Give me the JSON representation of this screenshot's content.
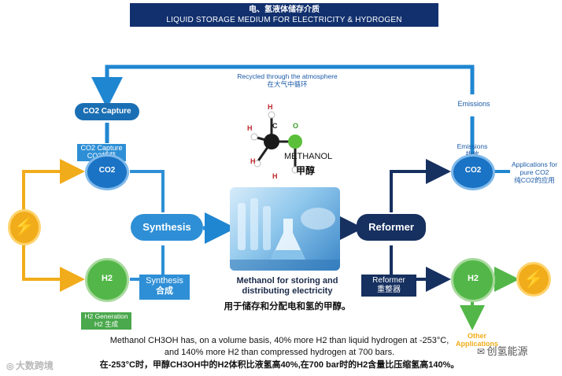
{
  "header": {
    "title_zh": "电、氢液体储存介质",
    "title_en": "LIQUID STORAGE MEDIUM FOR ELECTRICITY & HYDROGEN"
  },
  "cycle": {
    "recycled_en": "Recycled through the atmosphere",
    "recycled_zh": "在大气中循环",
    "emissions_top": "Emissions"
  },
  "nodes": {
    "co2_capture_pill": "CO2 Capture",
    "co2_capture_label_en": "CO2 Capture",
    "co2_capture_label_zh": "CO2捕获",
    "co2_icon_text": "CO2",
    "h2_icon_text": "H2",
    "h2_gen_en": "H2 Generation",
    "h2_gen_zh": "H2 生成",
    "synthesis": "Synthesis",
    "synthesis_label_en": "Synthesis",
    "synthesis_label_zh": "合成",
    "reformer": "Reformer",
    "reformer_label_en": "Reformer",
    "reformer_label_zh": "重整器",
    "emissions_en": "Emissions",
    "emissions_zh": "排放",
    "applications_en_1": "Applications for",
    "applications_en_2": "pure CO2",
    "applications_zh": "纯CO2的应用",
    "other_applications": "Other Applications"
  },
  "molecule": {
    "atom_h": "H",
    "atom_c": "C",
    "atom_o": "O",
    "name_en": "METHANOL",
    "name_zh": "甲醇"
  },
  "center": {
    "caption_en_1": "Methanol for storing and",
    "caption_en_2": "distributing electricity",
    "caption_zh": "用于储存和分配电和氢的甲醇。"
  },
  "footer": {
    "line1": "Methanol CH3OH has, on a volume basis, 40% more H2 than liquid hydrogen at -253°C,",
    "line2": "and 140% more H2 than compressed hydrogen at 700 bars.",
    "line3": "在-253°C时，甲醇CH3OH中的H2体积比液氢高40%,在700 bar时的H2含量比压缩氢高140%。"
  },
  "watermark": {
    "left": "大数跨境",
    "right": "创氢能源"
  },
  "colors": {
    "navy": "#16305f",
    "blue": "#1a73c4",
    "light_blue_line": "#2e8fd6",
    "green": "#52b748",
    "gold": "#f1ac1b"
  }
}
